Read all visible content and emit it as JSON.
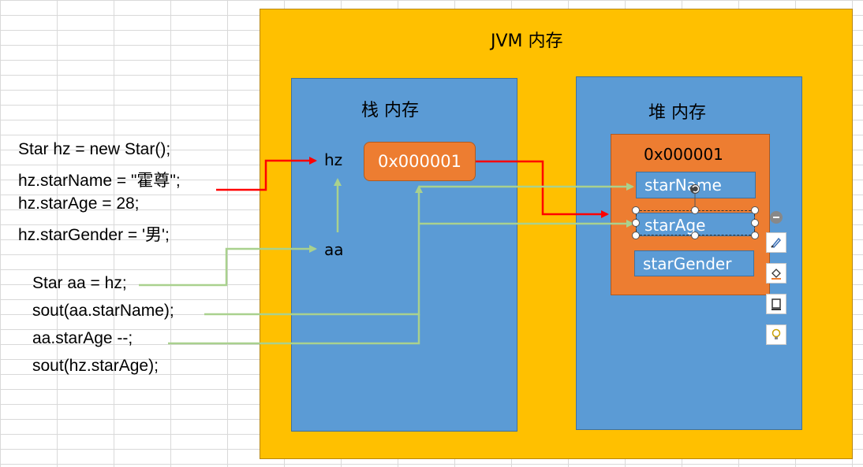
{
  "jvm": {
    "title": "JVM 内存"
  },
  "stack": {
    "title": "栈 内存",
    "vars": {
      "hz": "hz",
      "aa": "aa"
    },
    "address": "0x000001"
  },
  "heap": {
    "title": "堆 内存",
    "object": {
      "address": "0x000001",
      "fields": [
        "starName",
        "starAge",
        "starGender"
      ]
    }
  },
  "code": {
    "block1": [
      "Star hz = new Star();",
      "hz.starName = \"霍尊\";",
      "hz.starAge = 28;",
      "hz.starGender = '男';"
    ],
    "block2": [
      "Star aa = hz;",
      "sout(aa.starName);",
      "aa.starAge --;",
      "sout(hz.starAge);"
    ]
  },
  "colors": {
    "jvm_bg": "#ffc000",
    "memory_bg": "#5b9bd5",
    "object_bg": "#ed7d31",
    "red_arrow": "#ff0000",
    "green_arrow": "#a9d18e"
  },
  "toolbar_icons": [
    "collapse-icon",
    "brush-icon",
    "fill-icon",
    "outline-icon",
    "lightbulb-icon"
  ]
}
